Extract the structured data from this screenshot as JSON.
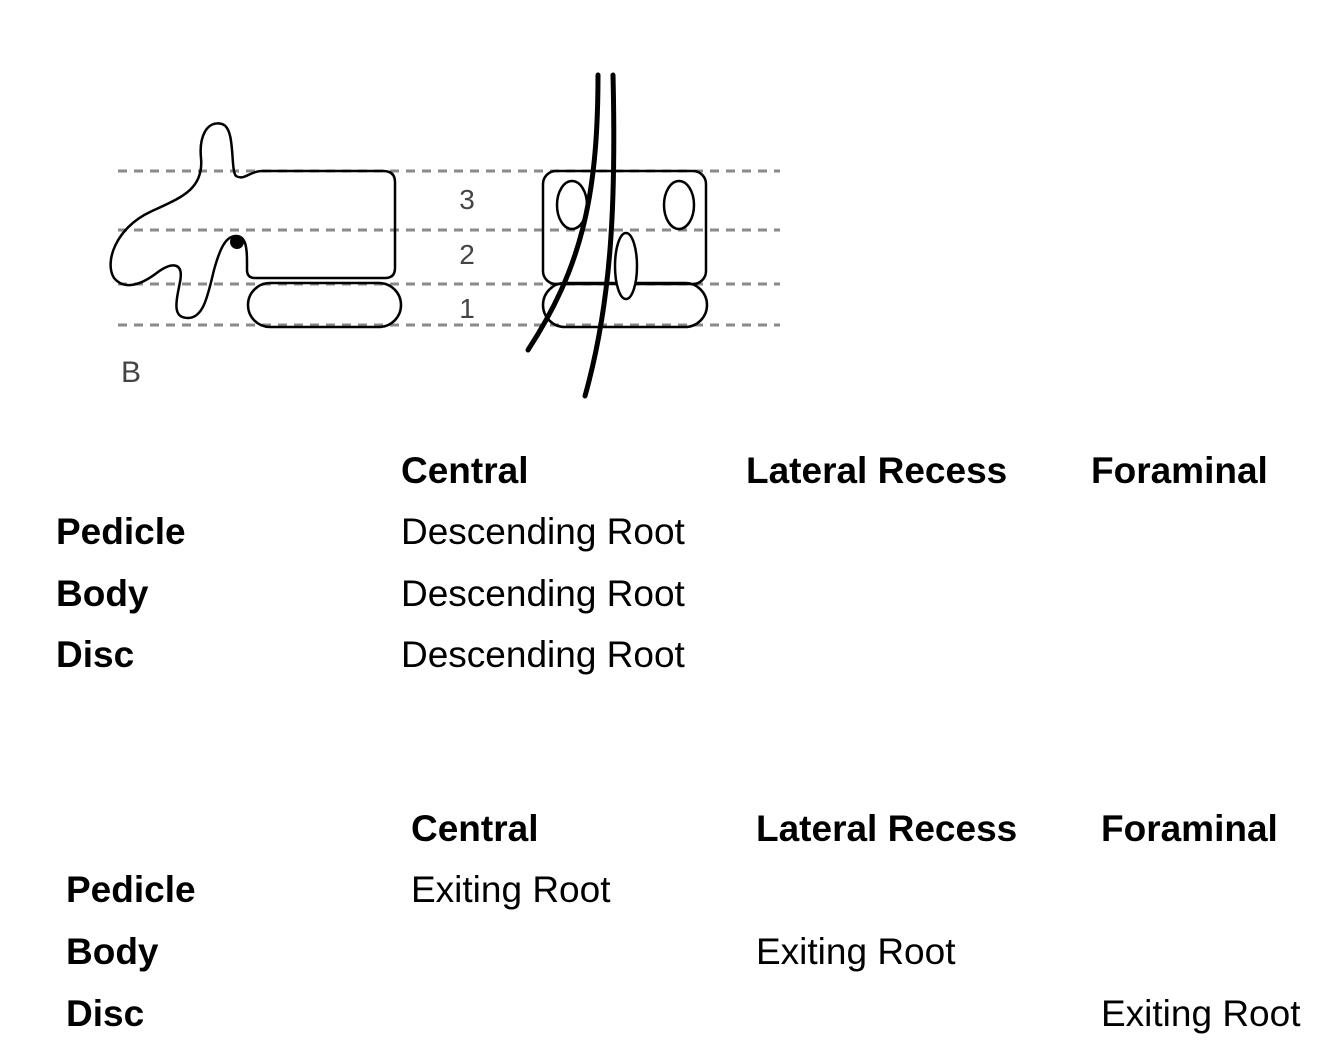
{
  "diagram": {
    "zone_labels": [
      "3",
      "2",
      "1"
    ],
    "panel_label": "B"
  },
  "table_descending": {
    "columns": [
      "Central",
      "Lateral Recess",
      "Foraminal"
    ],
    "rows": [
      {
        "label": "Pedicle",
        "cells": [
          "Descending Root",
          "",
          ""
        ]
      },
      {
        "label": "Body",
        "cells": [
          "Descending Root",
          "",
          ""
        ]
      },
      {
        "label": "Disc",
        "cells": [
          "Descending Root",
          "",
          ""
        ]
      }
    ]
  },
  "table_exiting": {
    "columns": [
      "Central",
      "Lateral Recess",
      "Foraminal"
    ],
    "rows": [
      {
        "label": "Pedicle",
        "cells": [
          "Exiting Root",
          "",
          ""
        ]
      },
      {
        "label": "Body",
        "cells": [
          "",
          "Exiting Root",
          ""
        ]
      },
      {
        "label": "Disc",
        "cells": [
          "",
          "",
          "Exiting Root"
        ]
      }
    ]
  }
}
